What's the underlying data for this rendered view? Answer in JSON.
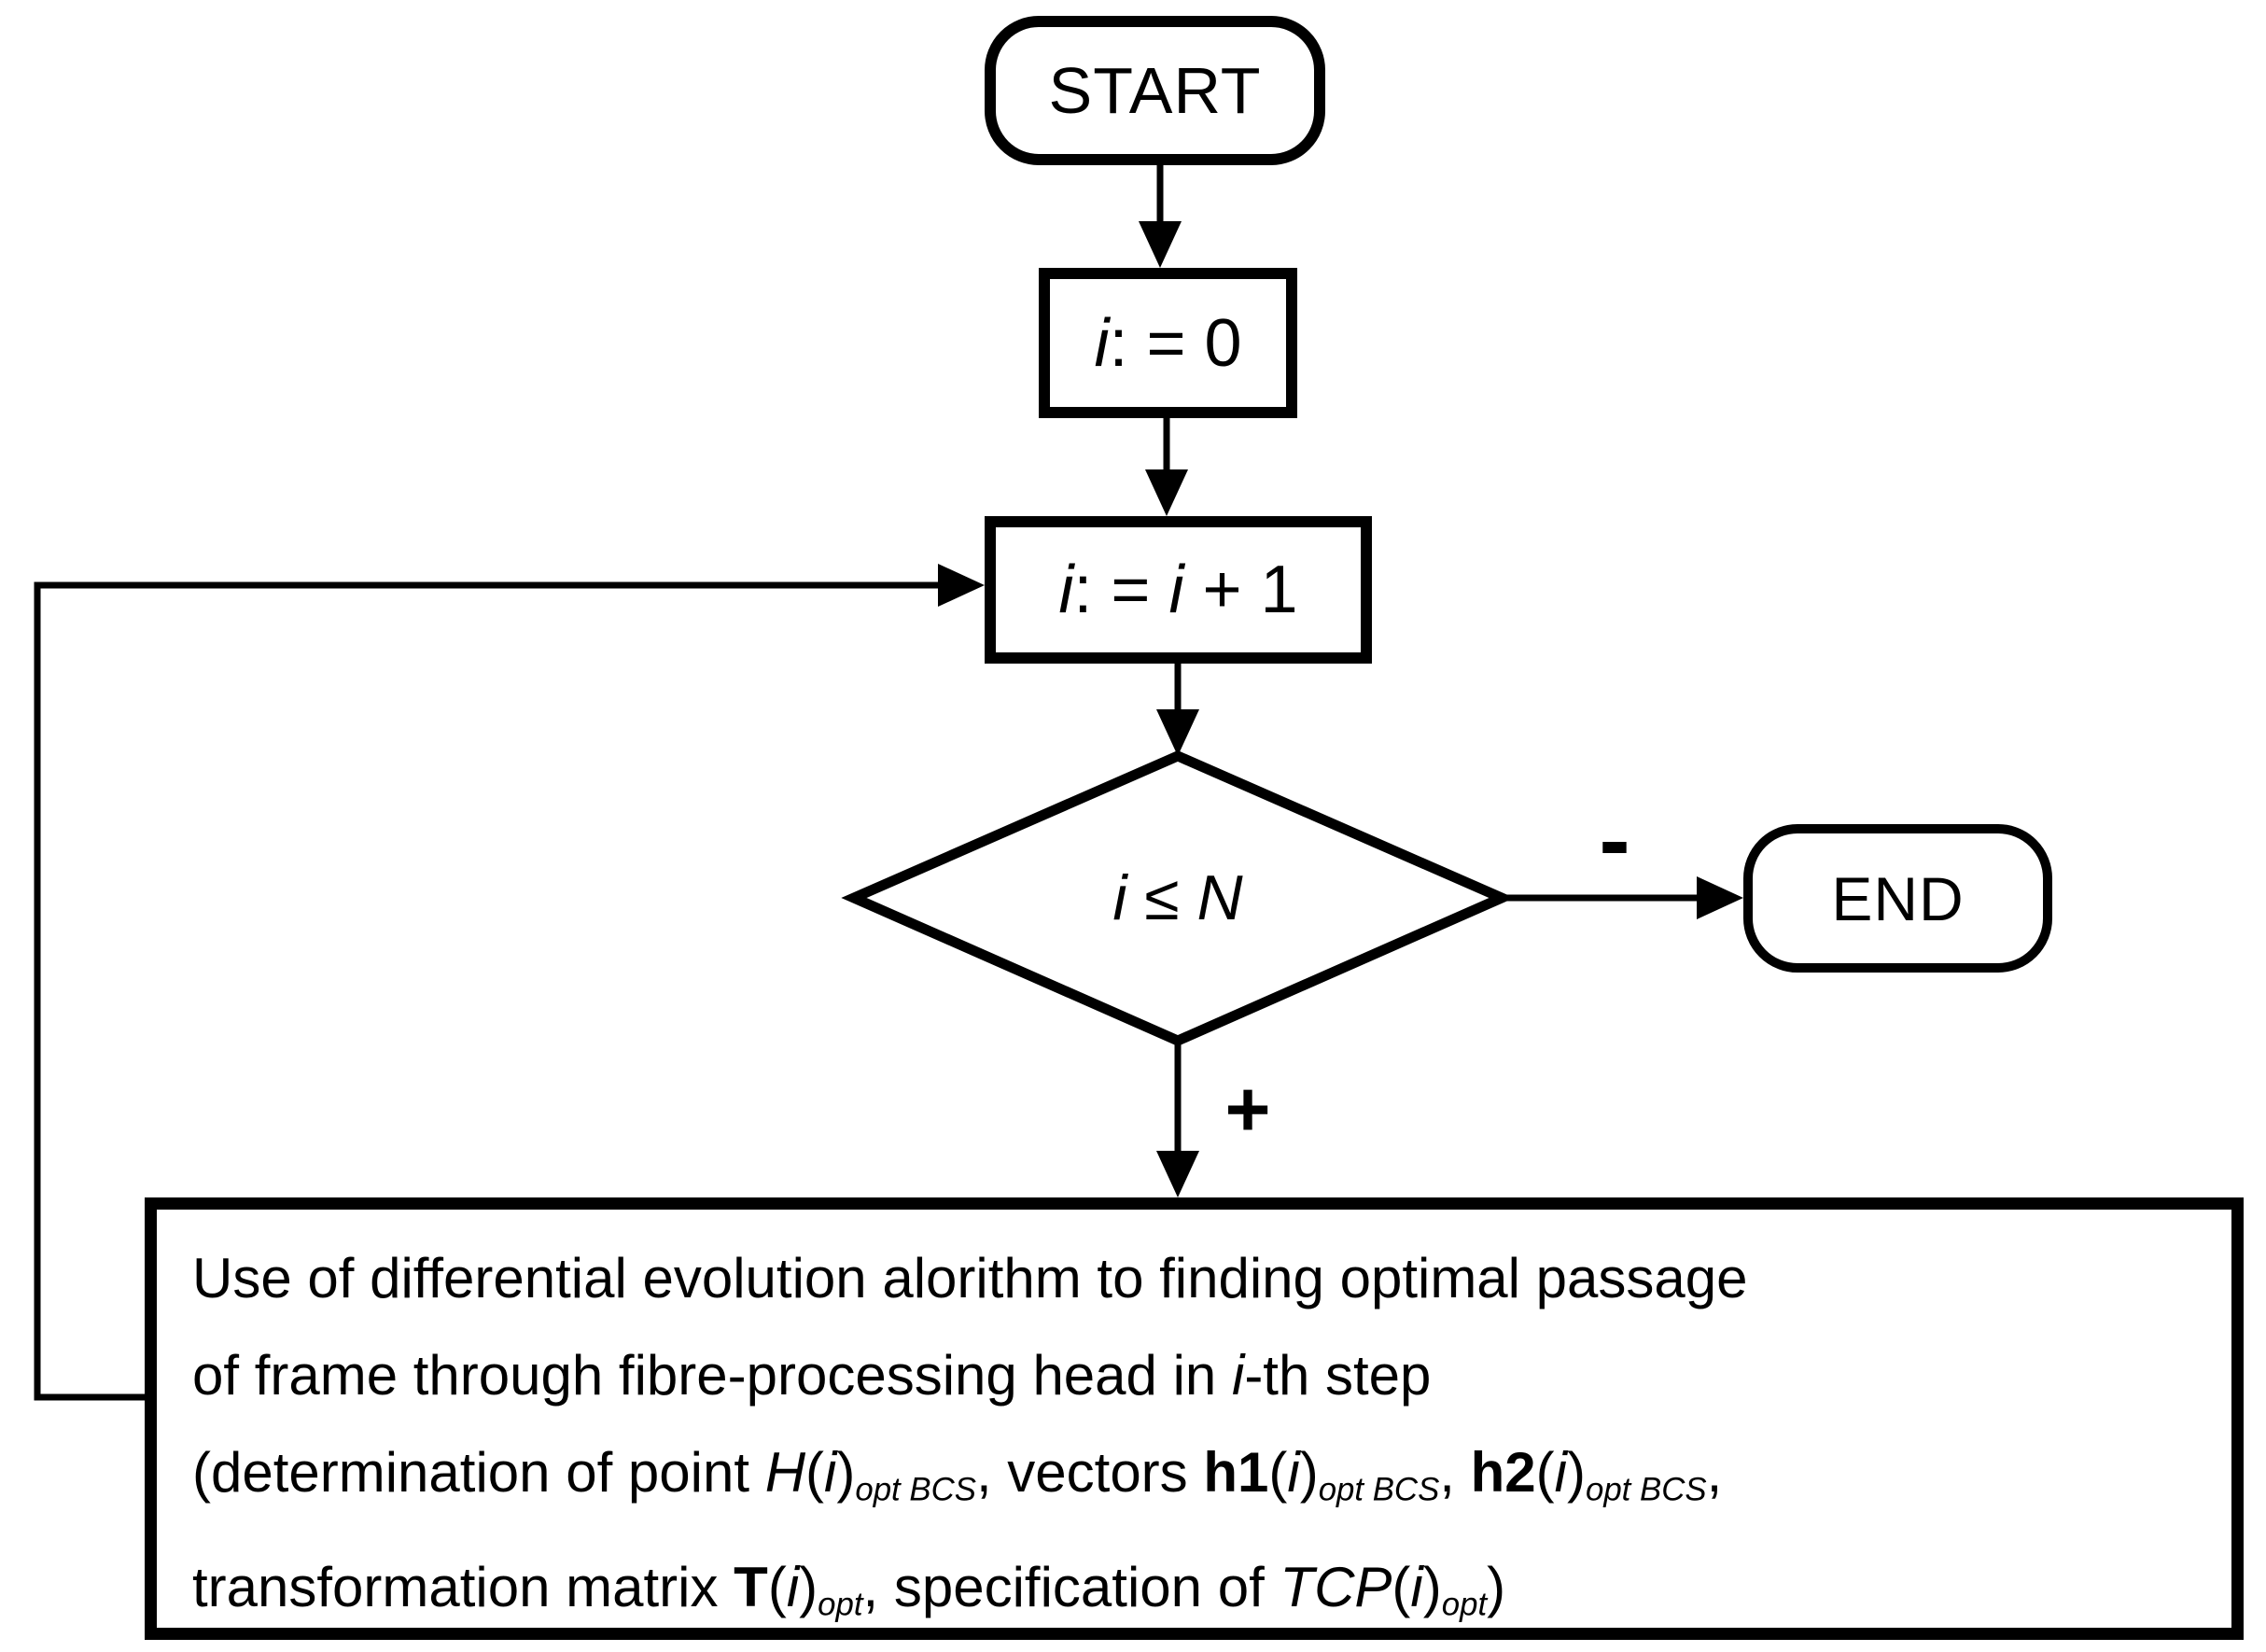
{
  "colors": {
    "ink": "#000000",
    "background": "#ffffff"
  },
  "nodes": {
    "start": {
      "label": "START"
    },
    "init": {
      "label_rich": [
        {
          "t": "i",
          "s": "i"
        },
        {
          "t": ": = 0",
          "s": "n"
        }
      ]
    },
    "increment": {
      "label_rich": [
        {
          "t": "i",
          "s": "i"
        },
        {
          "t": ": = ",
          "s": "n"
        },
        {
          "t": "i",
          "s": "i"
        },
        {
          "t": " + 1",
          "s": "n"
        }
      ]
    },
    "decision": {
      "label_rich": [
        {
          "t": "i",
          "s": "i"
        },
        {
          "t": " ≤ ",
          "s": "n"
        },
        {
          "t": "N",
          "s": "i"
        }
      ]
    },
    "end": {
      "label": "END"
    },
    "process": {
      "lines": [
        [
          {
            "t": "Use of differential evolution alorithm to finding optimal passage",
            "s": "n"
          }
        ],
        [
          {
            "t": "of frame through fibre-processing head in ",
            "s": "n"
          },
          {
            "t": "i",
            "s": "i"
          },
          {
            "t": "-th step",
            "s": "n"
          }
        ],
        [
          {
            "t": "(determination of point ",
            "s": "n"
          },
          {
            "t": "H",
            "s": "i"
          },
          {
            "t": "(",
            "s": "n"
          },
          {
            "t": "i",
            "s": "i"
          },
          {
            "t": ")",
            "s": "n"
          },
          {
            "t": "opt BCS",
            "s": "s"
          },
          {
            "t": ", vectors ",
            "s": "n"
          },
          {
            "t": "h1",
            "s": "b"
          },
          {
            "t": "(",
            "s": "n"
          },
          {
            "t": "i",
            "s": "i"
          },
          {
            "t": ")",
            "s": "n"
          },
          {
            "t": "opt BCS",
            "s": "s"
          },
          {
            "t": ", ",
            "s": "n"
          },
          {
            "t": "h2",
            "s": "b"
          },
          {
            "t": "(",
            "s": "n"
          },
          {
            "t": "i",
            "s": "i"
          },
          {
            "t": ")",
            "s": "n"
          },
          {
            "t": "opt BCS",
            "s": "s"
          },
          {
            "t": ",",
            "s": "n"
          }
        ],
        [
          {
            "t": "transformation matrix ",
            "s": "n"
          },
          {
            "t": "T",
            "s": "b"
          },
          {
            "t": "(",
            "s": "n"
          },
          {
            "t": "i",
            "s": "i"
          },
          {
            "t": ")",
            "s": "n"
          },
          {
            "t": "opt",
            "s": "s"
          },
          {
            "t": ", specification of ",
            "s": "n"
          },
          {
            "t": "TCP",
            "s": "i"
          },
          {
            "t": "(",
            "s": "n"
          },
          {
            "t": "i",
            "s": "i"
          },
          {
            "t": ")",
            "s": "n"
          },
          {
            "t": "opt",
            "s": "s"
          },
          {
            "t": ")",
            "s": "n"
          }
        ]
      ]
    }
  },
  "edges": {
    "decision_negative_label": "-",
    "decision_positive_label": "+"
  }
}
